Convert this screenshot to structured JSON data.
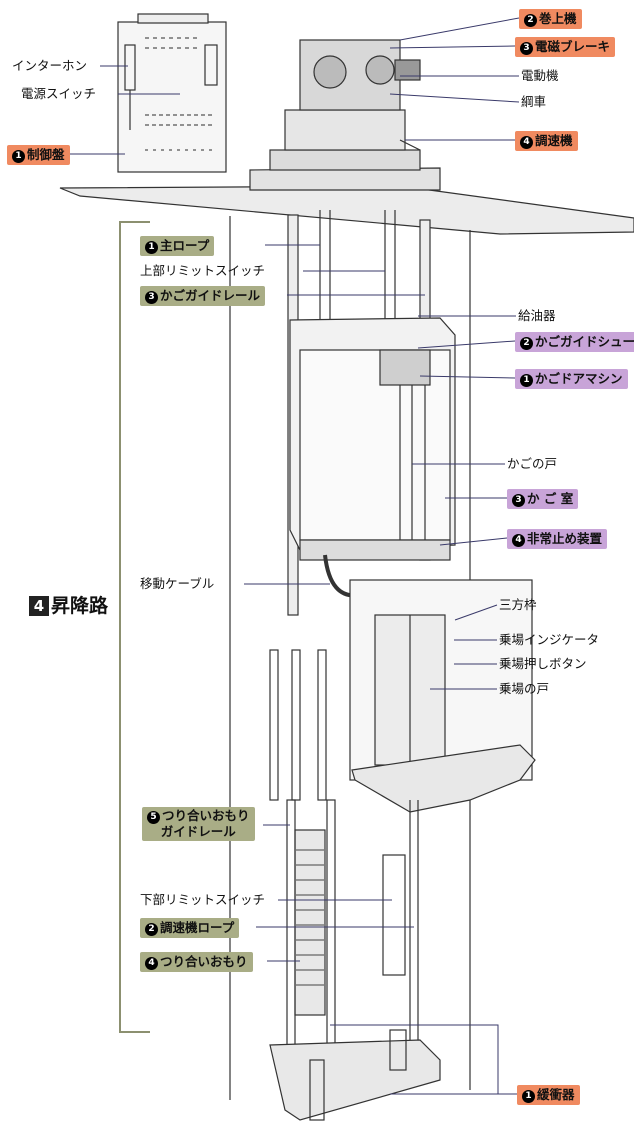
{
  "labels": {
    "intercom": "インターホン",
    "power_switch": "電源スイッチ",
    "control_panel_num": "1",
    "control_panel": "制御盤",
    "hoist_num": "2",
    "hoist": "巻上機",
    "brake_num": "3",
    "brake": "電磁ブレーキ",
    "motor": "電動機",
    "sheave": "綱車",
    "governor_num": "4",
    "governor": "調速機",
    "main_rope_num": "1",
    "main_rope": "主ロープ",
    "upper_limit": "上部リミットスイッチ",
    "car_rail_num": "3",
    "car_rail": "かごガイドレール",
    "oiler": "給油器",
    "car_shoe_num": "2",
    "car_shoe": "かごガイドシュー",
    "door_machine_num": "1",
    "door_machine": "かごドアマシン",
    "car_door": "かごの戸",
    "car_room_num": "3",
    "car_room": "か ご 室",
    "safety_num": "4",
    "safety": "非常止め装置",
    "hoistway_num": "4",
    "hoistway": "昇降路",
    "travel_cable": "移動ケーブル",
    "frame": "三方枠",
    "hall_indicator": "乗場インジケータ",
    "hall_button": "乗場押しボタン",
    "hall_door": "乗場の戸",
    "cw_rail_num": "5",
    "cw_rail_1": "つり合いおもり",
    "cw_rail_2": "ガイドレール",
    "lower_limit": "下部リミットスイッチ",
    "gov_rope_num": "2",
    "gov_rope": "調速機ロープ",
    "cw_num": "4",
    "counterweight": "つり合いおもり",
    "buffer_num": "1",
    "buffer": "緩衝器"
  },
  "colors": {
    "machine_room_tag": "#f08a60",
    "hoistway_tag": "#a9ad86",
    "car_tag": "#c8a4d8",
    "bracket": "#8c9070"
  }
}
